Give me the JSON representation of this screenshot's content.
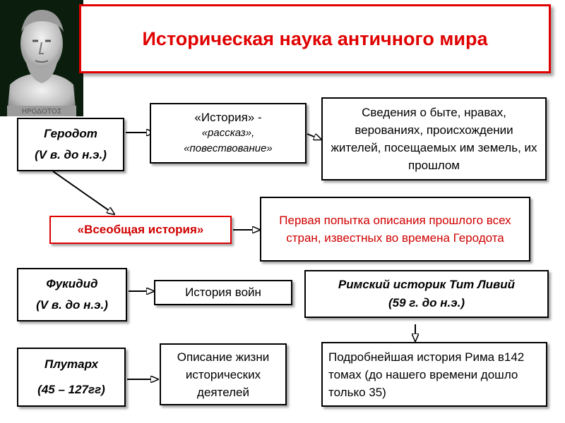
{
  "title": "Историческая наука античного мира",
  "portrait": {
    "inscription": "ΗΡΟΔΟΤΟΣ"
  },
  "herodotus": {
    "name": "Геродот",
    "period": "(V в. до н.э.)"
  },
  "history_term": {
    "line1": "«История» -",
    "line2": "«рассказ»,",
    "line3": "«повествование»"
  },
  "herodotus_info": {
    "text": "Сведения о быте, нравах, верованиях, происхождении жителей, посещаемых им земель, их прошлом"
  },
  "universal_history": {
    "label": "«Всеобщая история»"
  },
  "first_attempt": {
    "text": "Первая попытка описания прошлого всех стран, известных во времена Геродота"
  },
  "thucydides": {
    "name": "Фукидид",
    "period": "(V в. до н.э.)"
  },
  "war_history": {
    "label": "История войн"
  },
  "livy": {
    "line1": "Римский историк Тит Ливий",
    "line2": "(59 г. до н.э.)"
  },
  "plutarch": {
    "name": "Плутарх",
    "period": "(45 – 127гг)"
  },
  "biographies": {
    "text": "Описание жизни исторических деятелей"
  },
  "rome_history": {
    "text": "Подробнейшая история Рима в142 томах (до нашего времени дошло только 35)"
  }
}
